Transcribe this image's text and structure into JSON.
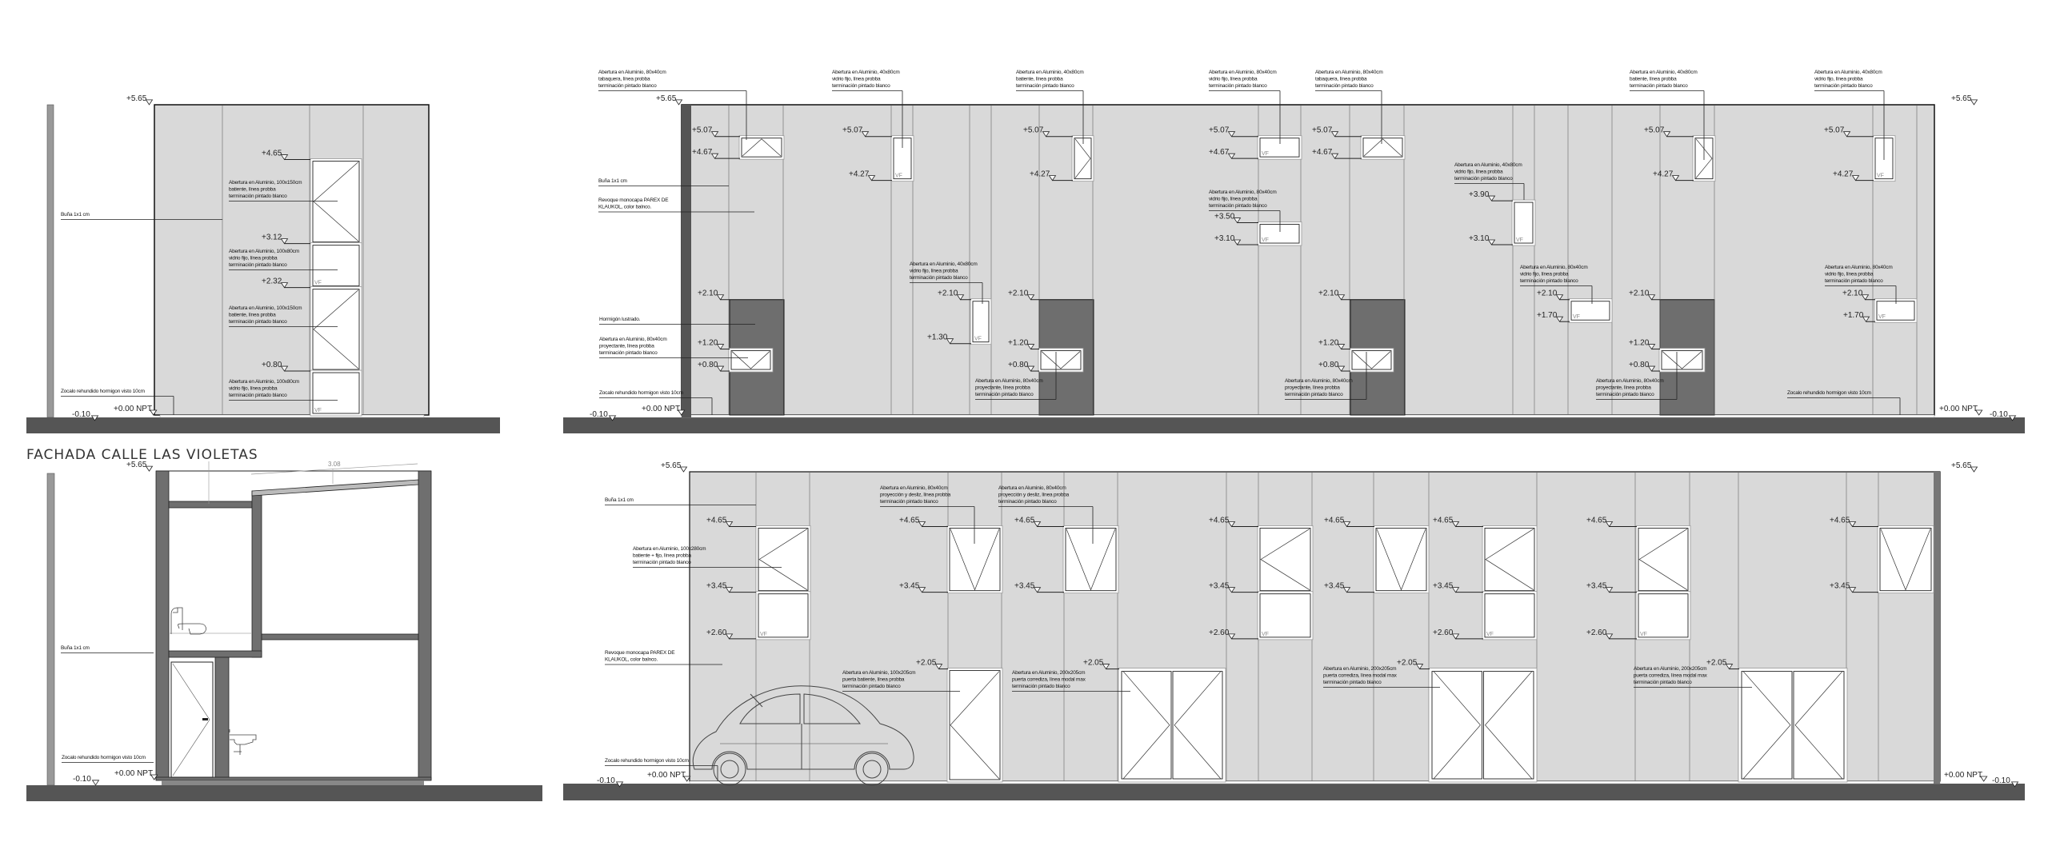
{
  "title": "FACHADA CALLE LAS VIOLETAS",
  "vf_label": "VF",
  "colors": {
    "wall_fill": "#d9d9d9",
    "concrete": "#6e6e6e",
    "ground": "#555555",
    "section_wall": "#6f6f6f"
  },
  "panels": {
    "side_elevation": {
      "levels": [
        "+5.65",
        "+4.65",
        "+3.12",
        "+2.32",
        "+0.80",
        "+0.00 NPT",
        "-0.10"
      ],
      "notes": [
        {
          "lines": [
            "Buña 1x1 cm"
          ]
        },
        {
          "lines": [
            "Abertura en Aluminio, 100x150cm",
            "batiente, línea probba",
            "terminación pintado blanco"
          ]
        },
        {
          "lines": [
            "Abertura en Aluminio, 100x80cm",
            "vidrio fijo, línea probba",
            "terminación pintado blanco"
          ]
        },
        {
          "lines": [
            "Abertura en Aluminio, 100x150cm",
            "batiente, línea probba",
            "terminación pintado blanco"
          ]
        },
        {
          "lines": [
            "Abertura en Aluminio, 100x80cm",
            "vidrio fijo, línea probba",
            "terminación pintado blanco"
          ]
        },
        {
          "lines": [
            "Zocalo rehundido hormigon visto 10cm"
          ]
        }
      ]
    },
    "section": {
      "levels": [
        "+5.65",
        "+0.00 NPT",
        "-0.10"
      ],
      "dimension": "3.08",
      "notes": [
        {
          "lines": [
            "Buña 1x1 cm"
          ]
        },
        {
          "lines": [
            "Zocalo rehundido hormigon visto 10cm"
          ]
        }
      ]
    },
    "rear_elevation": {
      "levels": [
        "+5.65",
        "+5.65",
        "+5.07",
        "+4.67",
        "+5.07",
        "+4.27",
        "+5.07",
        "+4.27",
        "+5.07",
        "+4.67",
        "+5.07",
        "+4.67",
        "+5.07",
        "+4.27",
        "+5.07",
        "+4.27",
        "+3.50",
        "+3.10",
        "+3.90",
        "+3.10",
        "+2.10",
        "+1.20",
        "+0.80",
        "+2.10",
        "+1.30",
        "+2.10",
        "+1.20",
        "+0.80",
        "+2.10",
        "+1.20",
        "+0.80",
        "+2.10",
        "+1.70",
        "+2.10",
        "+1.20",
        "+0.80",
        "+2.10",
        "+1.70",
        "+0.00 NPT",
        "-0.10",
        "+0.00 NPT",
        "-0.10"
      ],
      "notes": [
        {
          "lines": [
            "Abertura en Aluminio, 80x40cm",
            "tabaquera, línea probba",
            "terminación pintado blanco"
          ]
        },
        {
          "lines": [
            "Abertura en Aluminio, 40x80cm",
            "vidrio fijo, línea probba",
            "terminación pintado blanco"
          ]
        },
        {
          "lines": [
            "Abertura en Aluminio, 40x80cm",
            "batiente, línea probba",
            "terminación pintado blanco"
          ]
        },
        {
          "lines": [
            "Abertura en Aluminio, 80x40cm",
            "vidrio fijo, línea probba",
            "terminación pintado blanco"
          ]
        },
        {
          "lines": [
            "Abertura en Aluminio, 80x40cm",
            "tabaquera, línea probba",
            "terminación pintado blanco"
          ]
        },
        {
          "lines": [
            "Abertura en Aluminio, 40x80cm",
            "batiente, línea probba",
            "terminación pintado blanco"
          ]
        },
        {
          "lines": [
            "Abertura en Aluminio, 40x80cm",
            "vidrio fijo, línea probba",
            "terminación pintado blanco"
          ]
        },
        {
          "lines": [
            "Buña 1x1 cm"
          ]
        },
        {
          "lines": [
            "Revoque monocapa PAREX DE",
            "KLAUKOL, color balnco."
          ]
        },
        {
          "lines": [
            "Abertura en Aluminio, 80x40cm",
            "vidrio fijo, línea probba",
            "terminación pintado blanco"
          ]
        },
        {
          "lines": [
            "Abertura en Aluminio, 40x80cm",
            "vidrio fijo, línea probba",
            "terminación pintado blanco"
          ]
        },
        {
          "lines": [
            "Abertura en Aluminio, 40x80cm",
            "vidrio fijo, línea probba",
            "terminación pintado blanco"
          ]
        },
        {
          "lines": [
            "Hormigón lustrado."
          ]
        },
        {
          "lines": [
            "Abertura en Aluminio, 80x40cm",
            "proyectante, línea probba",
            "terminación pintado blanco"
          ]
        },
        {
          "lines": [
            "Abertura en Aluminio, 80x40cm",
            "proyectante, línea probba",
            "terminación pintado blanco"
          ]
        },
        {
          "lines": [
            "Abertura en Aluminio, 80x40cm",
            "vidrio fijo, línea probba",
            "terminación pintado blanco"
          ]
        },
        {
          "lines": [
            "Abertura en Aluminio, 80x40cm",
            "proyectante, línea probba",
            "terminación pintado blanco"
          ]
        },
        {
          "lines": [
            "Abertura en Aluminio, 80x40cm",
            "proyectante, línea probba",
            "terminación pintado blanco"
          ]
        },
        {
          "lines": [
            "Abertura en Aluminio, 80x40cm",
            "vidrio fijo, línea probba",
            "terminación pintado blanco"
          ]
        },
        {
          "lines": [
            "Zocalo rehundido hormigon visto 10cm"
          ]
        },
        {
          "lines": [
            "Zocalo rehundido hormigon visto 10cm"
          ]
        }
      ]
    },
    "street_elevation": {
      "levels": [
        "+5.65",
        "+5.65",
        "+4.65",
        "+3.45",
        "+2.60",
        "+4.65",
        "+3.45",
        "+4.65",
        "+3.45",
        "+4.65",
        "+3.45",
        "+2.60",
        "+4.65",
        "+3.45",
        "+4.65",
        "+3.45",
        "+2.60",
        "+4.65",
        "+3.45",
        "+2.60",
        "+4.65",
        "+3.45",
        "+2.05",
        "+2.05",
        "+2.05",
        "+2.05",
        "+0.00 NPT",
        "-0.10",
        "+0.00 NPT",
        "-0.10"
      ],
      "notes": [
        {
          "lines": [
            "Buña 1x1 cm"
          ]
        },
        {
          "lines": [
            "Abertura en Aluminio, 100x280cm",
            "batiente + fijo, línea probba",
            "terminación pintado blanco"
          ]
        },
        {
          "lines": [
            "Abertura en Aluminio, 80x40cm",
            "proyección y desliz, línea probba",
            "terminación pintado blanco"
          ]
        },
        {
          "lines": [
            "Abertura en Aluminio, 80x40cm",
            "proyección y desliz, línea probba",
            "terminación pintado blanco"
          ]
        },
        {
          "lines": [
            "Revoque monocapa PAREX DE",
            "KLAUKOL, color balnco."
          ]
        },
        {
          "lines": [
            "Abertura en Aluminio, 100x205cm",
            "puerta batiente, línea probba",
            "terminación pintado blanco"
          ]
        },
        {
          "lines": [
            "Abertura en Aluminio, 200x205cm",
            "puerta corrediza, línea modal max",
            "terminación pintado blanco"
          ]
        },
        {
          "lines": [
            "Abertura en Aluminio, 200x205cm",
            "puerta corrediza, línea modal max",
            "terminación pintado blanco"
          ]
        },
        {
          "lines": [
            "Abertura en Aluminio, 200x205cm",
            "puerta corrediza, línea modal max",
            "terminación pintado blanco"
          ]
        },
        {
          "lines": [
            "Zocalo rehundido hormigon visto 10cm"
          ]
        }
      ]
    }
  }
}
